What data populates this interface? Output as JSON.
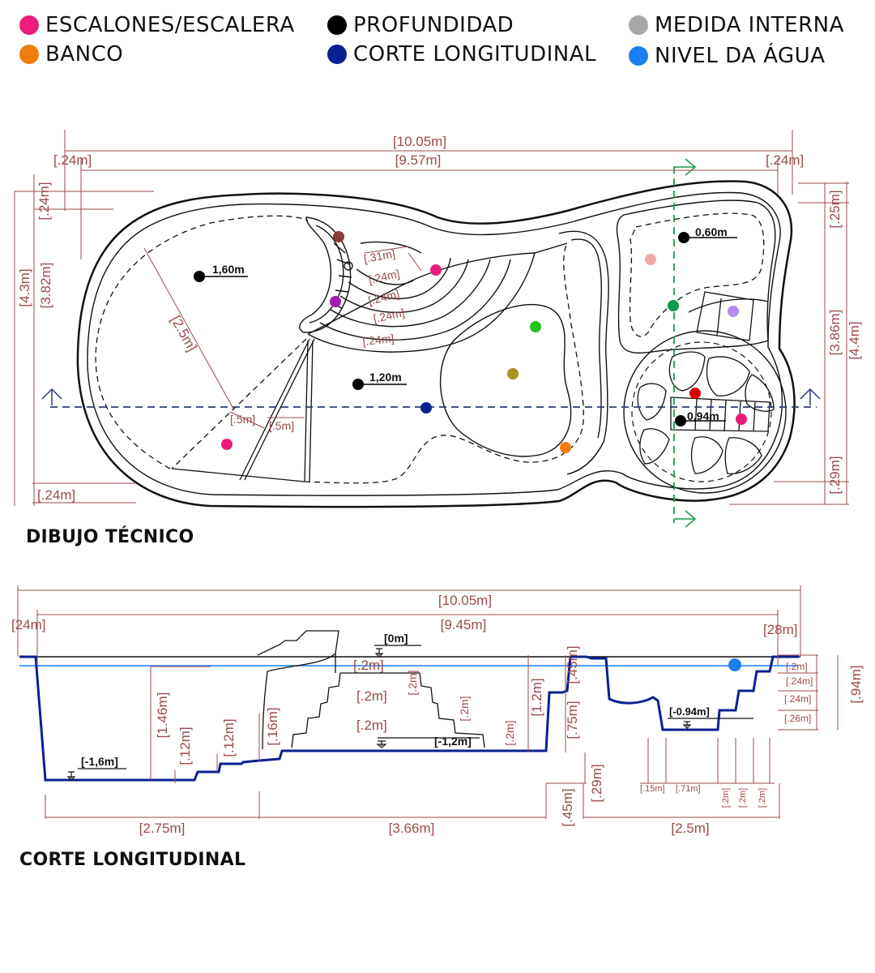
{
  "legend": [
    {
      "label": "ESCALONES/ESCALERA",
      "color": "#e91e7a"
    },
    {
      "label": "BANCO",
      "color": "#f07d10"
    },
    {
      "label": "PROFUNDIDAD",
      "color": "#000000"
    },
    {
      "label": "CORTE LONGITUDINAL",
      "color": "#0b2090"
    },
    {
      "label": "MEDIDA INTERNA",
      "color": "#a8a8a8"
    },
    {
      "label": "NIVEL DA ÁGUA",
      "color": "#1a7ff0"
    }
  ],
  "colors": {
    "outline": "#111111",
    "dimension": "#9c4a4a",
    "section_line": "#2a3a7a",
    "cross_line": "#1a9a4a",
    "water": "#1a7ff0",
    "section_profile": "#0b2090"
  },
  "plan": {
    "title": "DIBUJO TÉCNICO",
    "dims": {
      "total_length": "[10.05m]",
      "inner_length": "[9.57m]",
      "left_wall": "[.24m]",
      "right_wall": "[.24m]",
      "left_width": "[4.3m]",
      "left_inner_width": "[3.82m]",
      "left_top_wall": "[.24m]",
      "bottom_wall": "[.24m]",
      "right_top": "[.25m]",
      "right_inner": "[3.86m]",
      "right_total": "[4.4m]",
      "right_bottom": "[.29m]",
      "radius": "[2.5m]",
      "step_a": "[.5m]",
      "step_b": "[.5m]",
      "bench_1": "[.31m]",
      "bench_2": "[.24m]",
      "bench_3": "[.24m]",
      "bench_4": "[.24m]",
      "bench_5": "[.24m]"
    },
    "depths": {
      "deep": "1,60m",
      "mid": "1,20m",
      "shallow": "0,60m",
      "spa": "0,94m"
    }
  },
  "section": {
    "title": "CORTE LONGITUDINAL",
    "dims": {
      "total": "[10.05m]",
      "inner": "[9.45m]",
      "left_wall": "[24m]",
      "right_wall": "[28m]",
      "deep_floor": "[-1,6m]",
      "zero": "[0m]",
      "mid_floor": "[-1,2m]",
      "spa_floor": "[-0.94m]",
      "h146": "[1.46m]",
      "h12a": "[.12m]",
      "h12b": "[.12m]",
      "h16": "[.16m]",
      "s2a": "[.2m]",
      "s2b": "[.2m]",
      "s2c": "[.2m]",
      "s2d": "[.2m]",
      "s2e": "[.2m]",
      "s2f": "[.2m]",
      "h12": "[1.2m]",
      "h45": "[.45m]",
      "h75": "[.75m]",
      "h94": "[.94m]",
      "r2": "[.2m]",
      "r24a": "[.24m]",
      "r24b": "[.24m]",
      "r26": "[.26m]",
      "len275": "[2.75m]",
      "len366": "[3.66m]",
      "len45": "[.45m]",
      "len29": "[.29m]",
      "len25": "[2.5m]",
      "b15": "[.15m]",
      "b71": "[.71m]",
      "b2a": "[.2m]",
      "b2b": "[.2m]",
      "b2c": "[.2m]"
    }
  }
}
